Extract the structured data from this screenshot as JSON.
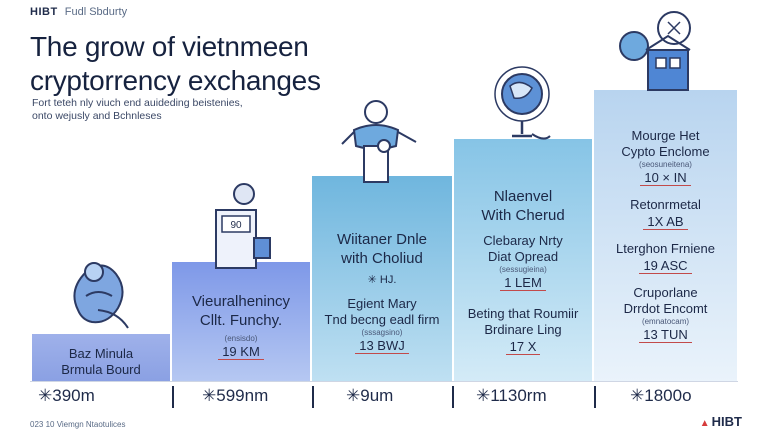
{
  "header": {
    "brand_logo": "HIBT",
    "brand_tagline": "Fudl Sbdurty",
    "title_line1": "The grow of vietnmeen",
    "title_line2": "cryptorrency exchanges",
    "subtitle_line1": "Fort teteh nly viuch end auideding beistenies,",
    "subtitle_line2": "onto wejusly and Bchnleses"
  },
  "steps": [
    {
      "label_line1": "Baz Minula",
      "label_line2": "Brmula Bourd",
      "amount": "✳390m",
      "color_top": "#9fb1ea"
    },
    {
      "device_screen": "90",
      "label_line1": "Vieuralhenincy",
      "label_line2": "Cllt. Funchy.",
      "note": "(ensisdo)",
      "value": "19 KM",
      "amount": "✳599nm",
      "color_top": "#7e98e8"
    },
    {
      "label_line1": "Wiitaner Dnle",
      "label_line2": "with Choliud",
      "value_top": "✳ HJ.",
      "sub_line1": "Egient Mary",
      "sub_line2": "Tnd becng eadl firm",
      "note": "(sssagsino)",
      "value": "13 BWJ",
      "amount": "✳9um",
      "color_top": "#6fb6de"
    },
    {
      "label_line1": "Nlaenvel",
      "label_line2": "With Cherud",
      "sub_line1": "Clebaray Nrty",
      "sub_line2": "Diat Opread",
      "note_top": "(sessugieina)",
      "value_top": "1 LEM",
      "bottom_line1": "Beting that Roumiir",
      "bottom_line2": "Brdinare Ling",
      "value": "17 X",
      "amount": "✳1130rm",
      "color_top": "#86c4e6"
    },
    {
      "label_line1": "Mourge Het",
      "label_line2": "Cypto Enclome",
      "note1": "(seosuneitena)",
      "value1": "10 × IN",
      "item2": "Retonrmetal",
      "value2": "1X AB",
      "item3": "Lterghon Frniene",
      "value3": "19 ASC",
      "item4_line1": "Cruporlane",
      "item4_line2": "Drrdot Encomt",
      "note4": "(emnatocam)",
      "value4": "13 TUN",
      "amount": "✳1800o",
      "color_top": "#b8d4ef"
    }
  ],
  "footer": {
    "note": "023 10 Viemgn Ntaotulices",
    "logo": "HIBT"
  }
}
